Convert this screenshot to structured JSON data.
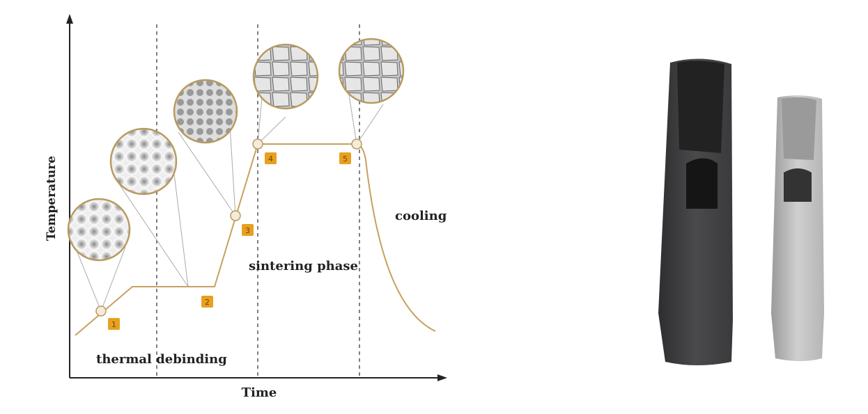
{
  "diagram": {
    "y_axis_label": "Temperature",
    "x_axis_label": "Time",
    "phases": [
      "thermal debinding",
      "sintering phase",
      "cooling"
    ],
    "markers": [
      "1",
      "2",
      "3",
      "4",
      "5"
    ],
    "colors": {
      "curve": "#c8a060",
      "marker": "#e8a020",
      "axis": "#222222"
    }
  },
  "photo": {
    "items": [
      "dark-mouthpiece",
      "light-mouthpiece"
    ]
  }
}
